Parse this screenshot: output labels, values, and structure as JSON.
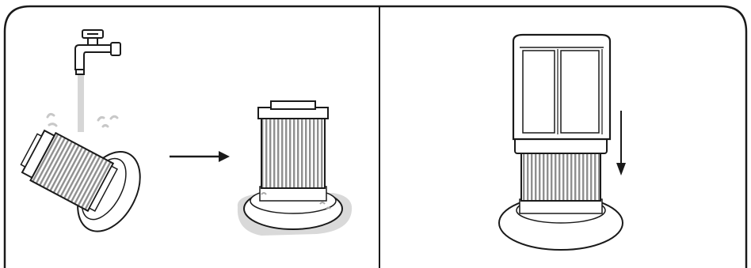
{
  "figure": {
    "panels": [
      {
        "id": "left",
        "steps": [
          "rinse-filter-under-tap",
          "let-filter-dry"
        ],
        "icons": [
          "water-tap-icon",
          "water-stream-icon",
          "filter-icon",
          "right-arrow-icon",
          "wet-filter-icon"
        ]
      },
      {
        "id": "right",
        "steps": [
          "reinsert-filter"
        ],
        "icons": [
          "filter-cover-icon",
          "down-arrow-icon"
        ]
      }
    ],
    "colors": {
      "line": "#1a1a1a",
      "frame": "#1a1a1a",
      "pleat_fill": "#9a9a9a",
      "water": "#cfcfcf",
      "background": "#ffffff"
    }
  }
}
